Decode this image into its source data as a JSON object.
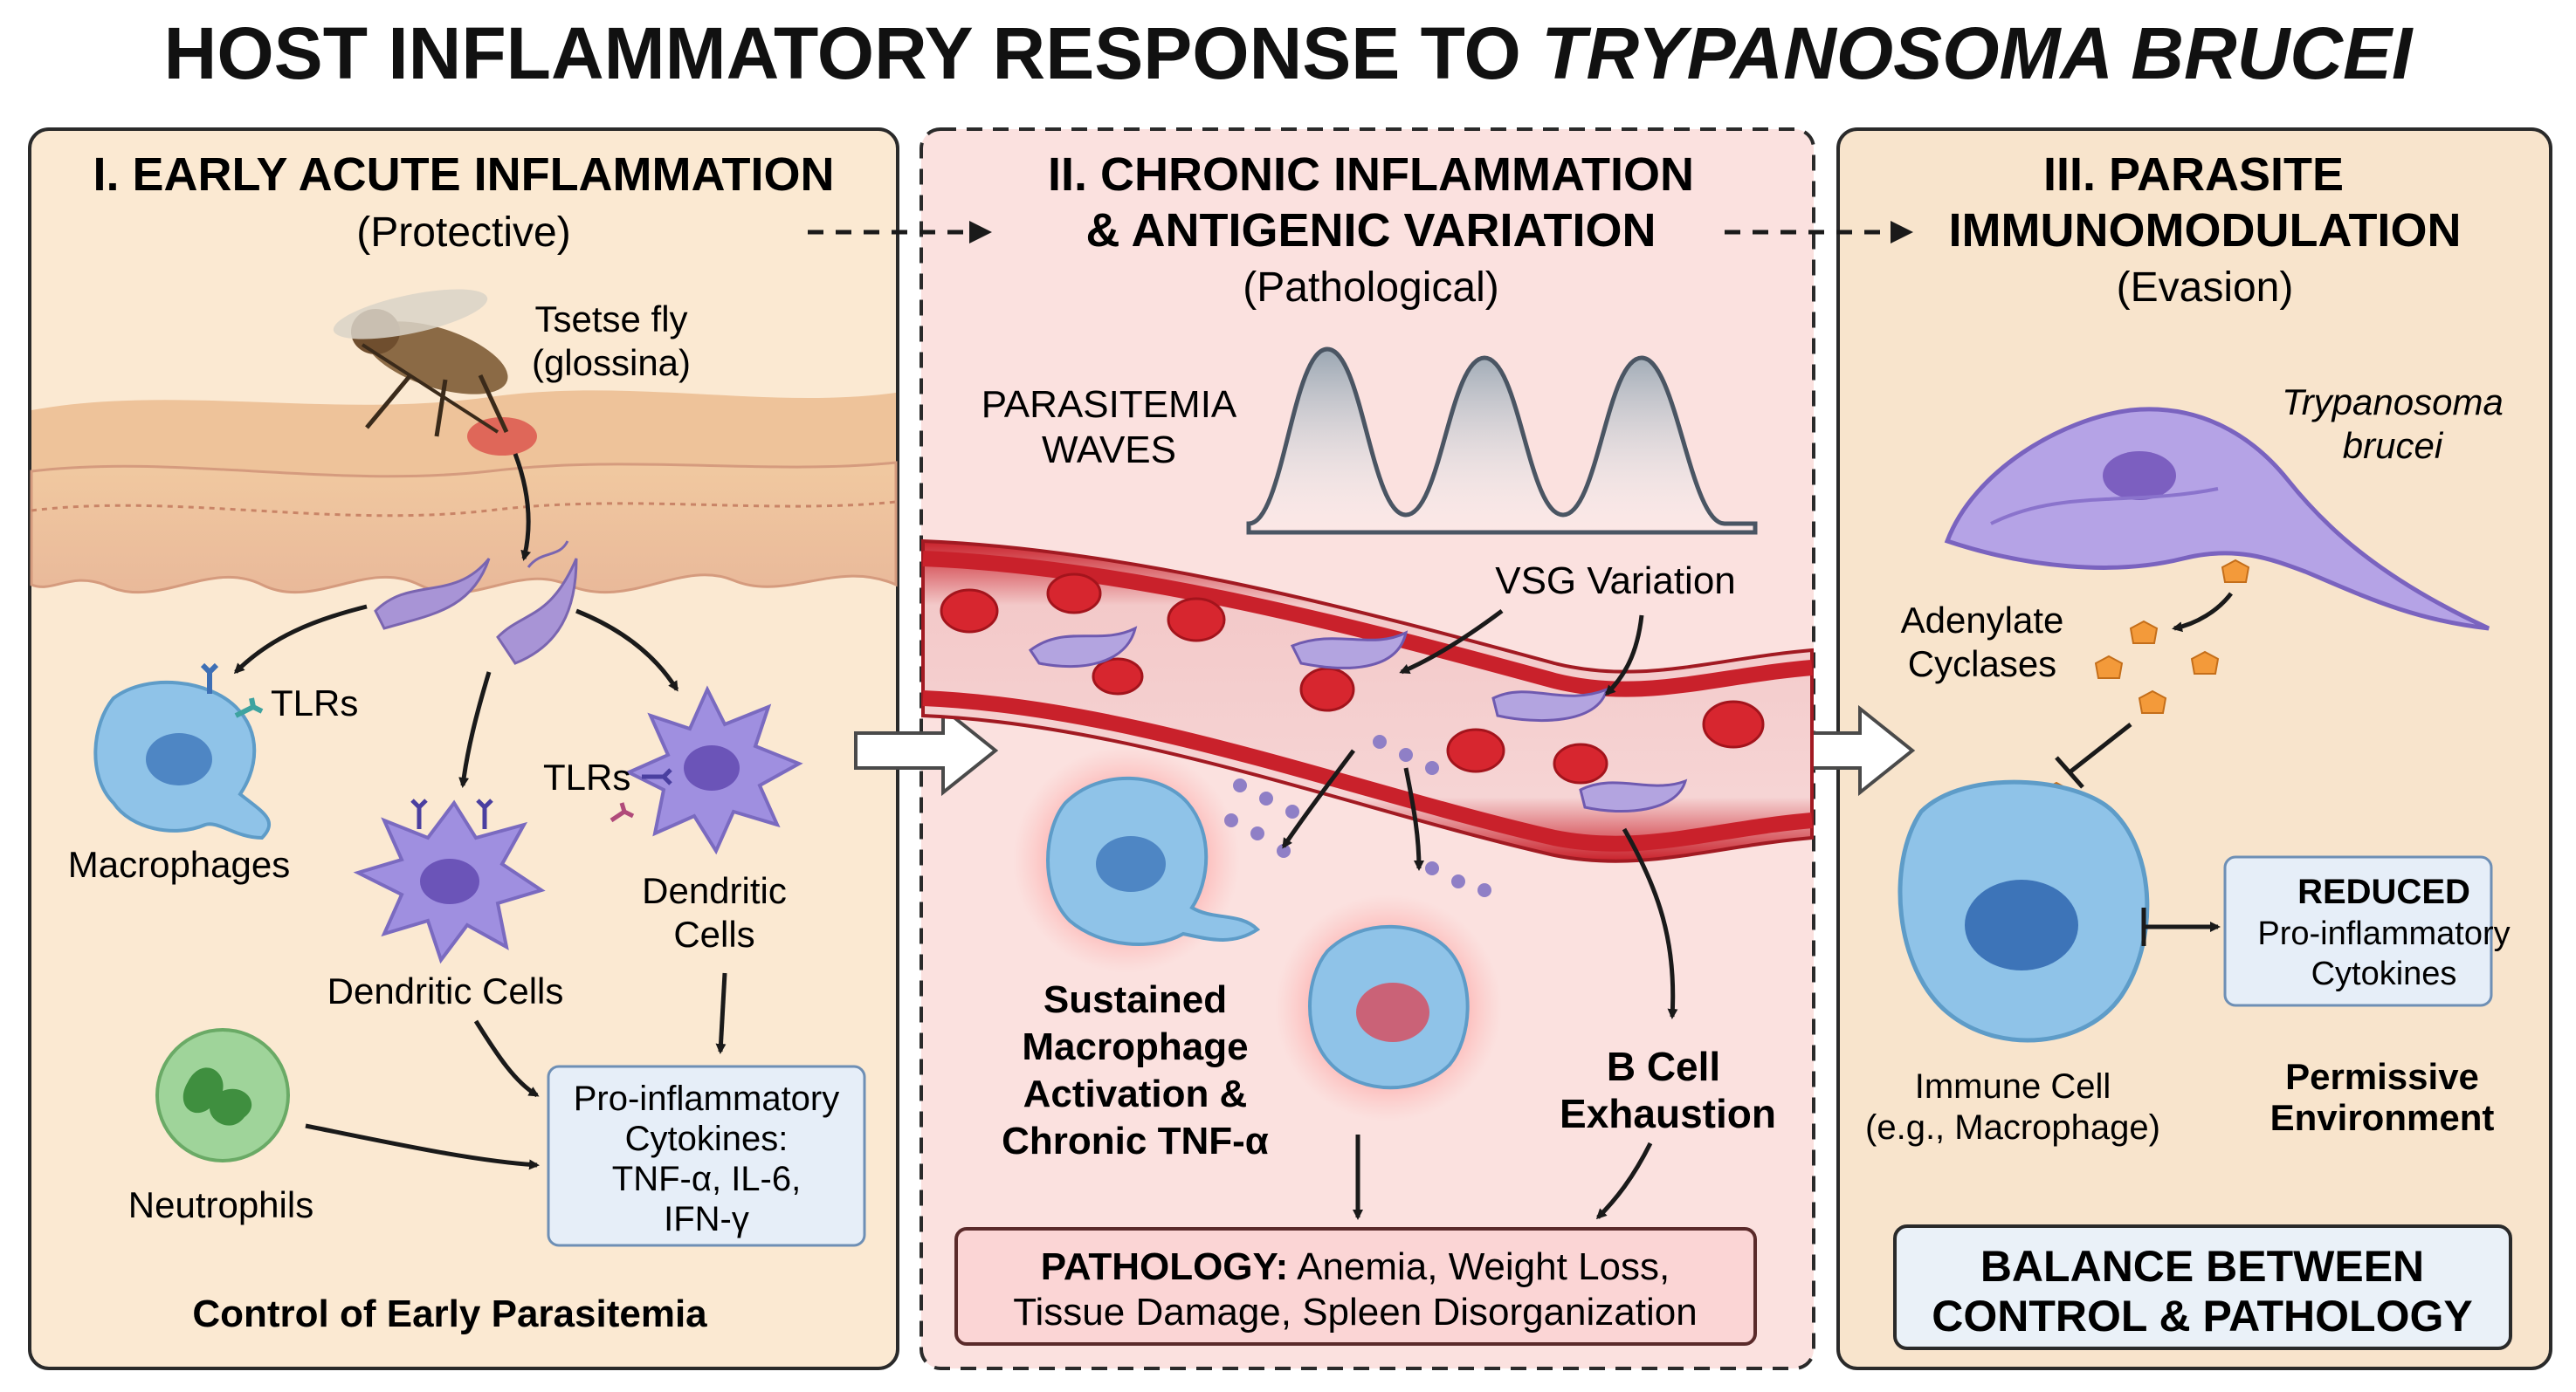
{
  "title": {
    "main": "HOST INFLAMMATORY RESPONSE TO ",
    "italic": "TRYPANOSOMA BRUCEI"
  },
  "colors": {
    "panel1_bg": "#fbe9d2",
    "panel2_bg": "#fbe1df",
    "panel3_bg": "#f8e4cc",
    "blood_vessel": "#c8232c",
    "rbc": "#d7262f",
    "trypanosome": "#a894d6",
    "macrophage": "#8fc3e8",
    "dendritic_cell": "#9f8fe0",
    "neutrophil": "#9fd49a",
    "adenylate_cyclase": "#f39a3a",
    "inflammation_glow": "#ff3b3b"
  },
  "panel1": {
    "heading": "I. EARLY ACUTE INFLAMMATION",
    "subheading": "(Protective)",
    "tsetse_line1": "Tsetse fly",
    "tsetse_line2": "(glossina)",
    "tlrs_left": "TLRs",
    "tlrs_right": "TLRs",
    "macrophages": "Macrophages",
    "dendritic_cells_center": "Dendritic Cells",
    "dendritic_cells_right_line1": "Dendritic",
    "dendritic_cells_right_line2": "Cells",
    "neutrophils": "Neutrophils",
    "cytokine_box": [
      "Pro-inflammatory",
      "Cytokines:",
      "TNF-α, IL-6,",
      "IFN-γ"
    ],
    "footer": "Control of Early Parasitemia"
  },
  "panel2": {
    "heading_line1": "II. CHRONIC INFLAMMATION",
    "heading_line2": "& ANTIGENIC VARIATION",
    "subheading": "(Pathological)",
    "waves_line1": "PARASITEMIA",
    "waves_line2": "WAVES",
    "vsg": "VSG Variation",
    "macrophage_activation": [
      "Sustained",
      "Macrophage",
      "Activation &",
      "Chronic TNF-α"
    ],
    "b_cell_line1": "B Cell",
    "b_cell_line2": "Exhaustion",
    "pathology_label": "PATHOLOGY:",
    "pathology_line1": " Anemia, Weight Loss,",
    "pathology_line2": "Tissue Damage, Spleen Disorganization"
  },
  "panel3": {
    "heading_line1": "III. PARASITE",
    "heading_line2": "IMMUNOMODULATION",
    "subheading": "(Evasion)",
    "parasite_line1": "Trypanosoma",
    "parasite_line2": "brucei",
    "adenylate_line1": "Adenylate",
    "adenylate_line2": "Cyclases",
    "reduced_title": "REDUCED",
    "reduced_line1": "Pro-inflammatory",
    "reduced_line2": "Cytokines",
    "immune_cell_line1": "Immune Cell",
    "immune_cell_line2": "(e.g., Macrophage)",
    "permissive_line1": "Permissive",
    "permissive_line2": "Environment",
    "balance_line1": "BALANCE BETWEEN",
    "balance_line2": "CONTROL & PATHOLOGY"
  }
}
